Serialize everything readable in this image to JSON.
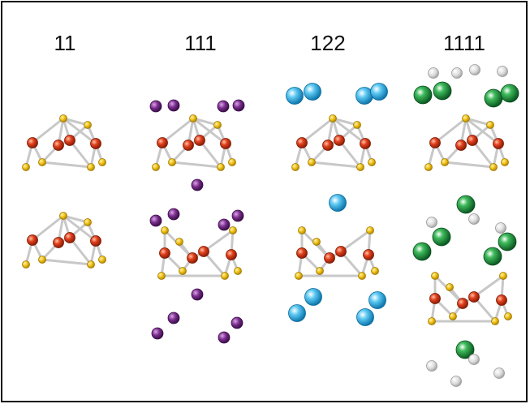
{
  "columns": [
    {
      "label": "11"
    },
    {
      "label": "111"
    },
    {
      "label": "122"
    },
    {
      "label": "1111"
    }
  ],
  "colors": {
    "iron": "#e0401c",
    "chalcogen": "#f2c31a",
    "spacer_111": "#7b2d8e",
    "spacer_122": "#2aa9e0",
    "spacer_1111_large": "#1f9a3c",
    "spacer_1111_small": "#cfcfcf",
    "bond": "#c8c8c8",
    "frame": "#111111"
  },
  "atom_types": [
    "iron",
    "chalcogen",
    "spacer-111",
    "spacer-122",
    "spacer-1111-large",
    "spacer-1111-small"
  ]
}
